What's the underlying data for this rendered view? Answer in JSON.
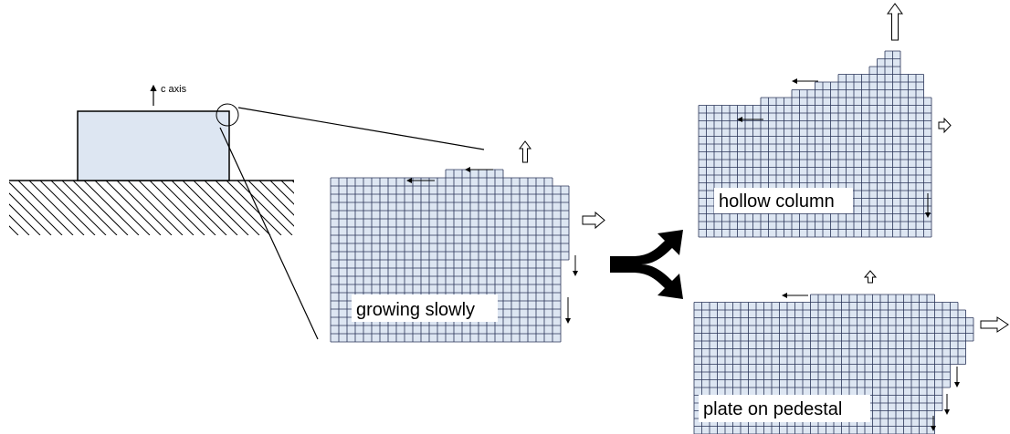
{
  "diagram": {
    "axis_label": "c axis",
    "panels": {
      "growing": {
        "label": "growing slowly"
      },
      "hollow": {
        "label": "hollow column"
      },
      "plate": {
        "label": "plate on pedestal"
      }
    }
  },
  "colors": {
    "cell_fill": "#dde6f2",
    "grid_line": "#2a3558",
    "crystal_fill": "#dde6f2",
    "ink": "#000000"
  }
}
